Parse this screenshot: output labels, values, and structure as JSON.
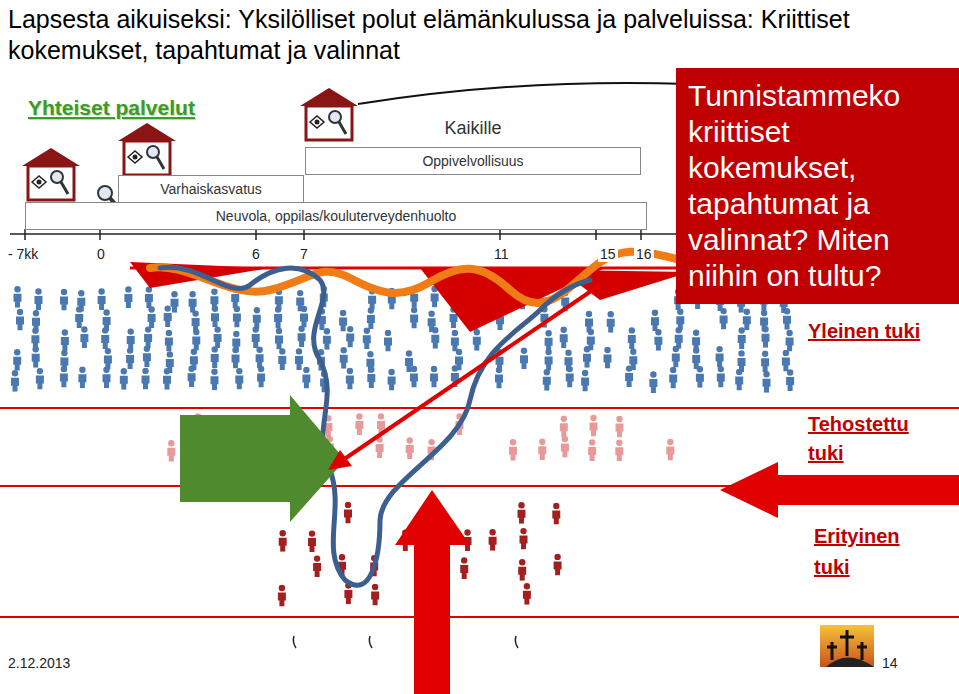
{
  "diagram": {
    "title": "Lapsesta aikuiseksi: Yksilölliset polut elämänkulussa ja palveluissa: Kriittiset kokemukset, tapahtumat ja valinnat",
    "nodes": [
      {
        "text": [
          "Kaikille",
          "Oppivelvollisuus"
        ]
      },
      {
        "text": [
          "Varhaiskasvatus"
        ]
      },
      {
        "text": [
          "Neuvola, oppilas/kouluterveydenhuolto"
        ]
      },
      {
        "text": [
          "Tunnistammeko kriittiset kokemukset, tapahtumat ja valinnat? Miten niihin on tultu?"
        ]
      }
    ],
    "labels": [
      "Yhteiset palvelut",
      "- 7kk",
      "0",
      "6",
      "7",
      "11",
      "15",
      "16",
      "Yleinen tuki",
      "Tehostettu tuki",
      "Erityinen tuki",
      "2.12.2013",
      "14"
    ]
  }
}
